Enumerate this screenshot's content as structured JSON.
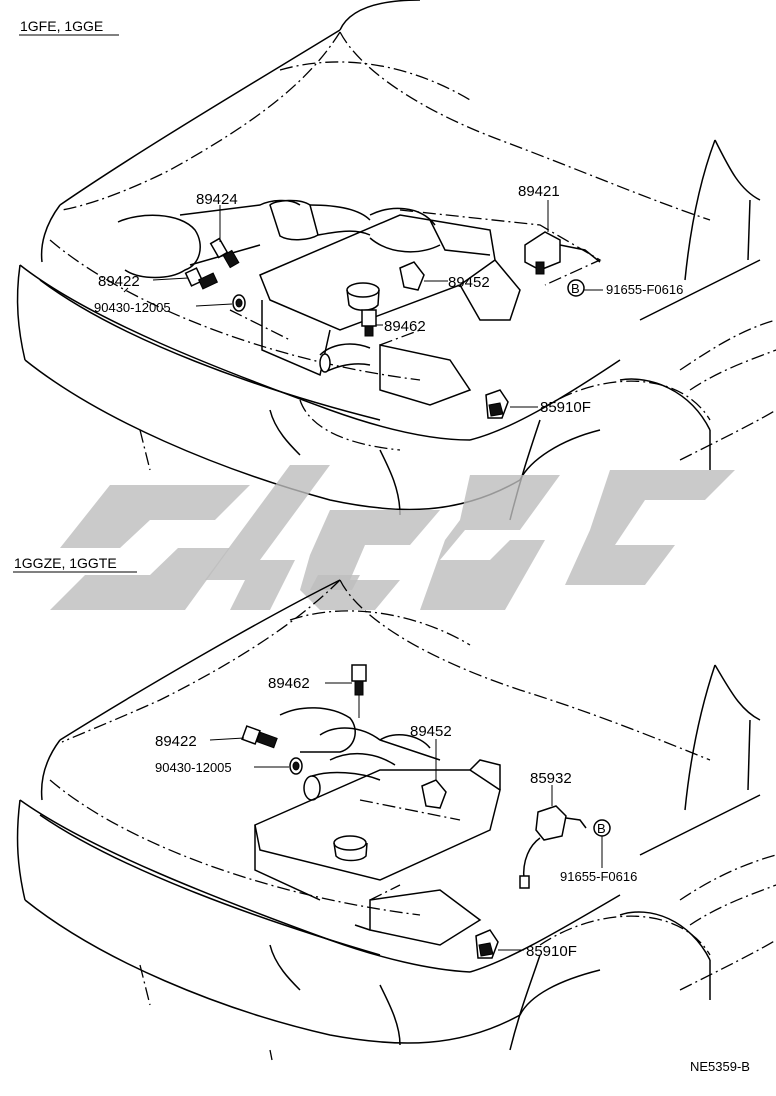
{
  "sections": [
    {
      "header": "1GFE, 1GGE",
      "parts": [
        {
          "key": "p89424",
          "label": "89424"
        },
        {
          "key": "p89421",
          "label": "89421"
        },
        {
          "key": "p89422",
          "label": "89422"
        },
        {
          "key": "p89452",
          "label": "89452"
        },
        {
          "key": "p90430",
          "label": "90430-12005"
        },
        {
          "key": "p91655",
          "label": "91655-F0616"
        },
        {
          "key": "p89462",
          "label": "89462"
        },
        {
          "key": "p85910",
          "label": "85910F"
        }
      ],
      "circle_marker": "B"
    },
    {
      "header": "1GGZE, 1GGTE",
      "parts": [
        {
          "key": "p89462",
          "label": "89462"
        },
        {
          "key": "p89422",
          "label": "89422"
        },
        {
          "key": "p89452",
          "label": "89452"
        },
        {
          "key": "p90430",
          "label": "90430-12005"
        },
        {
          "key": "p85932",
          "label": "85932"
        },
        {
          "key": "p91655",
          "label": "91655-F0616"
        },
        {
          "key": "p85910",
          "label": "85910F"
        }
      ],
      "circle_marker": "B"
    }
  ],
  "figure_code": "NE5359-B",
  "colors": {
    "line": "#000000",
    "watermark": "#bdbdbd",
    "background": "#ffffff"
  }
}
